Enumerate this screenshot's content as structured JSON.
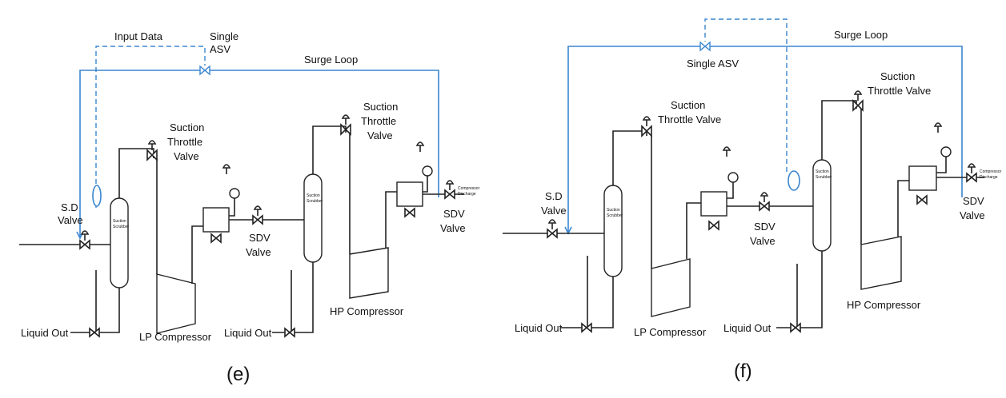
{
  "panel_e": {
    "caption": "(e)",
    "input_data": "Input Data",
    "single": "Single",
    "asv": "ASV",
    "surge_loop": "Surge Loop",
    "sd_valve_1": "S.D",
    "sd_valve_2": "Valve",
    "suction_scrubber_1a": "Suction",
    "suction_scrubber_1b": "Scrubber",
    "suction_scrubber_2a": "Suction",
    "suction_scrubber_2b": "Scrubber",
    "throttle_1a": "Suction",
    "throttle_1b": "Throttle",
    "throttle_1c": "Valve",
    "throttle_2a": "Suction",
    "throttle_2b": "Throttle",
    "throttle_2c": "Valve",
    "sdv_1a": "SDV",
    "sdv_1b": "Valve",
    "sdv_2a": "SDV",
    "sdv_2b": "Valve",
    "liquid_out_1": "Liquid Out",
    "liquid_out_2": "Liquid Out",
    "lp_compressor": "LP Compressor",
    "hp_compressor": "HP Compressor",
    "compressor_discharge_a": "Compressor",
    "compressor_discharge_b": "Discharge"
  },
  "panel_f": {
    "caption": "(f)",
    "single_asv": "Single ASV",
    "surge_loop": "Surge Loop",
    "sd_valve_1": "S.D",
    "sd_valve_2": "Valve",
    "suction_scrubber_1a": "Suction",
    "suction_scrubber_1b": "Scrubber",
    "suction_scrubber_2a": "Suction",
    "suction_scrubber_2b": "Scrubber",
    "throttle_1a": "Suction",
    "throttle_1b": "Throttle Valve",
    "throttle_2a": "Suction",
    "throttle_2b": "Throttle Valve",
    "sdv_1a": "SDV",
    "sdv_1b": "Valve",
    "sdv_2a": "SDV",
    "sdv_2b": "Valve",
    "liquid_out_1": "Liquid Out",
    "liquid_out_2": "Liquid Out",
    "lp_compressor": "LP Compressor",
    "hp_compressor": "HP Compressor",
    "compressor_discharge_a": "Compressor",
    "compressor_discharge_b": "Discharge"
  },
  "colors": {
    "line": "#222222",
    "signal": "#3a86d0"
  }
}
